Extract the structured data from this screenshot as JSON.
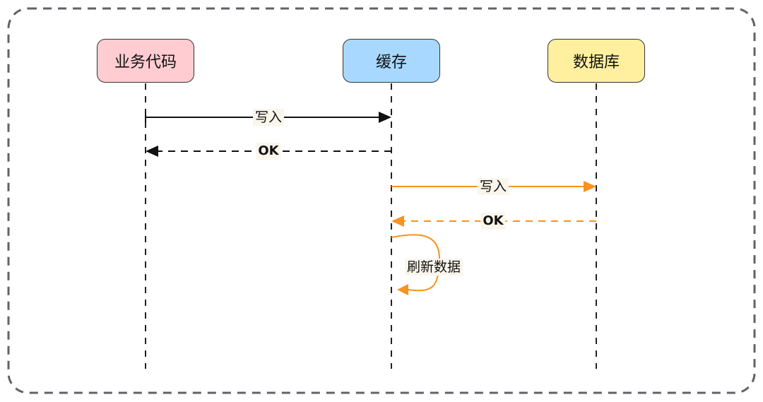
{
  "diagram": {
    "type": "sequence",
    "actors": [
      {
        "id": "biz",
        "label": "业务代码",
        "fill": "#ffccd1"
      },
      {
        "id": "cache",
        "label": "缓存",
        "fill": "#a8d8ff"
      },
      {
        "id": "db",
        "label": "数据库",
        "fill": "#fff0a0"
      }
    ],
    "messages": [
      {
        "from": "biz",
        "to": "cache",
        "label": "写入",
        "style": "solid",
        "color": "#111111"
      },
      {
        "from": "cache",
        "to": "biz",
        "label": "OK",
        "style": "dashed",
        "color": "#111111"
      },
      {
        "from": "cache",
        "to": "db",
        "label": "写入",
        "style": "solid",
        "color": "#f7931e"
      },
      {
        "from": "db",
        "to": "cache",
        "label": "OK",
        "style": "dashed",
        "color": "#f7931e"
      },
      {
        "from": "cache",
        "to": "cache",
        "label": "刷新数据",
        "style": "curved-self",
        "color": "#f7931e"
      }
    ],
    "colors": {
      "frame_border": "#5f6368",
      "lifeline": "#222222",
      "label_bg": "#fbf6ec",
      "accent": "#f7931e"
    }
  }
}
